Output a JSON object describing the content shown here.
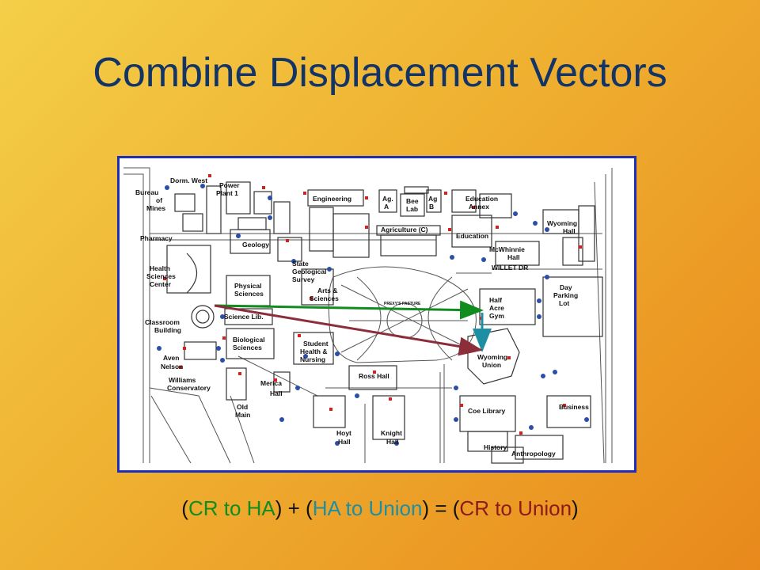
{
  "slide": {
    "title": "Combine Displacement Vectors"
  },
  "map": {
    "labels": {
      "dorm_west": "Dorm. West",
      "power": "Power",
      "plant": "Plant 1",
      "bureau": "Bureau",
      "of": "of",
      "mines": "Mines",
      "pharmacy": "Pharmacy",
      "engineering": "Engineering",
      "ag": "Ag.",
      "a": "A",
      "bee": "Bee",
      "lab": "Lab",
      "ag2": "Ag",
      "b": "B",
      "agriculture": "Agriculture (C)",
      "education": "Education",
      "annex": "Annex",
      "education2": "Education",
      "wyoming": "Wyoming",
      "hall": "Hall",
      "geology": "Geology",
      "state": "State",
      "geological": "Geological",
      "survey": "Survey",
      "mcwhinnie": "McWhinnie",
      "mcwhinnie_hall": "Hall",
      "willet": "WILLET DR",
      "health": "Health",
      "sciences": "Sciences",
      "center": "Center",
      "physical": "Physical",
      "phys_sciences": "Sciences",
      "arts": "Arts &",
      "arts_sciences": "Sciences",
      "prexys": "PREXY'S PASTURE",
      "half": "Half",
      "acre": "Acre",
      "gym": "Gym",
      "day": "Day",
      "parking": "Parking",
      "lot": "Lot",
      "classroom": "Classroom",
      "building": "Building",
      "science_lib": "Science Lib.",
      "biological": "Biological",
      "bio_sciences": "Sciences",
      "student": "Student",
      "health2": "Health &",
      "nursing": "Nursing",
      "wyoming_union": "Wyoming",
      "union": "Union",
      "aven": "Aven",
      "nelson": "Nelson",
      "williams": "Williams",
      "conservatory": "Conservatory",
      "merica": "Merica",
      "merica_hall": "Hall",
      "ross": "Ross Hall",
      "old": "Old",
      "main": "Main",
      "coe": "Coe Library",
      "business": "Business",
      "hoyt": "Hoyt",
      "hoyt_hall": "Hall",
      "knight": "Knight",
      "knight_hall": "Hall",
      "history": "History",
      "anthropology": "Anthropology"
    },
    "vectors": [
      {
        "name": "CR to HA",
        "color": "#118c1e"
      },
      {
        "name": "HA to Union",
        "color": "#1e8fa3"
      },
      {
        "name": "CR to Union",
        "color": "#8c2e3a"
      }
    ]
  },
  "caption": {
    "open1": "(",
    "v1": "CR to HA",
    "close1": ") + (",
    "v2": "HA to Union",
    "close2": ") = (",
    "v3": "CR to Union",
    "close3": ")",
    "color1": "#118c1e",
    "color2": "#1e8fa3",
    "color3": "#8c1a1a"
  }
}
